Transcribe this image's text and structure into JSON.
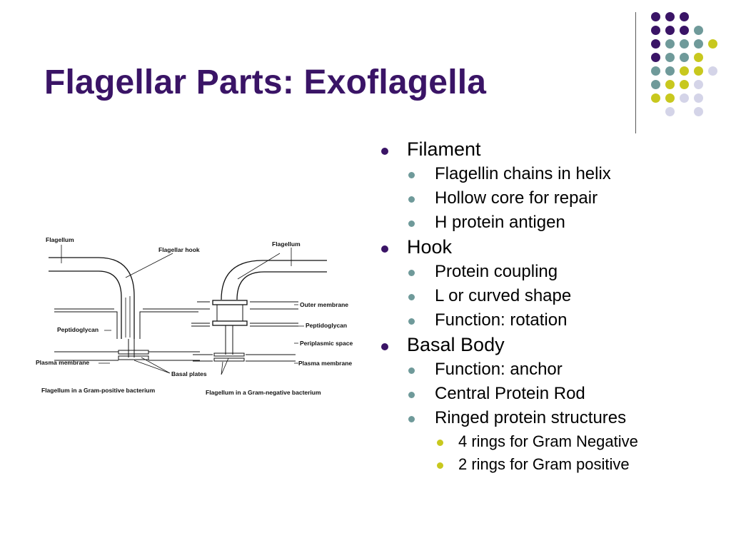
{
  "slide": {
    "title": "Flagellar Parts: Exoflagella",
    "bullets": [
      {
        "level": 1,
        "text": "Filament"
      },
      {
        "level": 2,
        "text": "Flagellin chains in helix"
      },
      {
        "level": 2,
        "text": "Hollow core for repair"
      },
      {
        "level": 2,
        "text": "H protein antigen"
      },
      {
        "level": 1,
        "text": "Hook"
      },
      {
        "level": 2,
        "text": "Protein coupling"
      },
      {
        "level": 2,
        "text": "L or curved shape"
      },
      {
        "level": 2,
        "text": "Function: rotation"
      },
      {
        "level": 1,
        "text": "Basal Body"
      },
      {
        "level": 2,
        "text": "Function: anchor"
      },
      {
        "level": 2,
        "text": "Central Protein Rod"
      },
      {
        "level": 2,
        "text": "Ringed protein structures"
      },
      {
        "level": 3,
        "text": "4 rings for Gram Negative"
      },
      {
        "level": 3,
        "text": "2 rings for Gram positive"
      }
    ]
  },
  "diagram": {
    "labels": {
      "flagellum_left": "Flagellum",
      "flagellar_hook": "Flagellar hook",
      "flagellum_right": "Flagellum",
      "outer_membrane": "Outer membrane",
      "peptidoglycan_left": "Peptidoglycan",
      "peptidoglycan_right": "Peptidoglycan",
      "periplasmic_space": "Periplasmic space",
      "plasma_membrane_left": "Plasma membrane",
      "plasma_membrane_right": "Plasma membrane",
      "basal_plates": "Basal plates",
      "caption_left": "Flagellum in a Gram-positive bacterium",
      "caption_right": "Flagellum in a Gram-negative bacterium"
    }
  },
  "theme": {
    "title_color": "#3a1466",
    "level_colors": {
      "1": "#3a1466",
      "2": "#6f9a9a",
      "3": "#c8c81e"
    },
    "dot_colors": {
      "purple": "#3a1466",
      "teal": "#6f9a9a",
      "yellow": "#c8c81e",
      "lavender": "#d4d4e8"
    }
  }
}
